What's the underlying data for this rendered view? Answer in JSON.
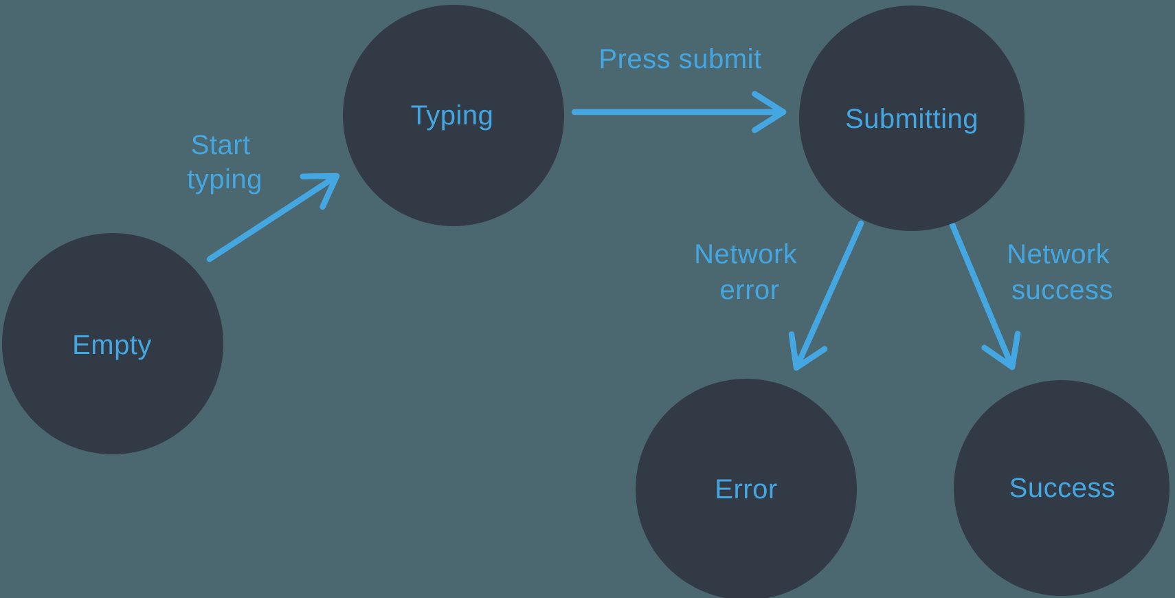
{
  "diagram": {
    "nodes": [
      {
        "id": "empty",
        "label": "Empty"
      },
      {
        "id": "typing",
        "label": "Typing"
      },
      {
        "id": "submitting",
        "label": "Submitting"
      },
      {
        "id": "error",
        "label": "Error"
      },
      {
        "id": "success",
        "label": "Success"
      }
    ],
    "edges": [
      {
        "from": "empty",
        "to": "typing",
        "label": "Start typing",
        "lines": [
          "Start",
          "typing"
        ]
      },
      {
        "from": "typing",
        "to": "submitting",
        "label": "Press submit",
        "lines": [
          "Press submit"
        ]
      },
      {
        "from": "submitting",
        "to": "error",
        "label": "Network error",
        "lines": [
          "Network",
          "error"
        ]
      },
      {
        "from": "submitting",
        "to": "success",
        "label": "Network success",
        "lines": [
          "Network",
          "success"
        ]
      }
    ],
    "colors": {
      "background": "#4B6770",
      "node_fill": "#323A45",
      "accent": "#44A7E2"
    }
  }
}
